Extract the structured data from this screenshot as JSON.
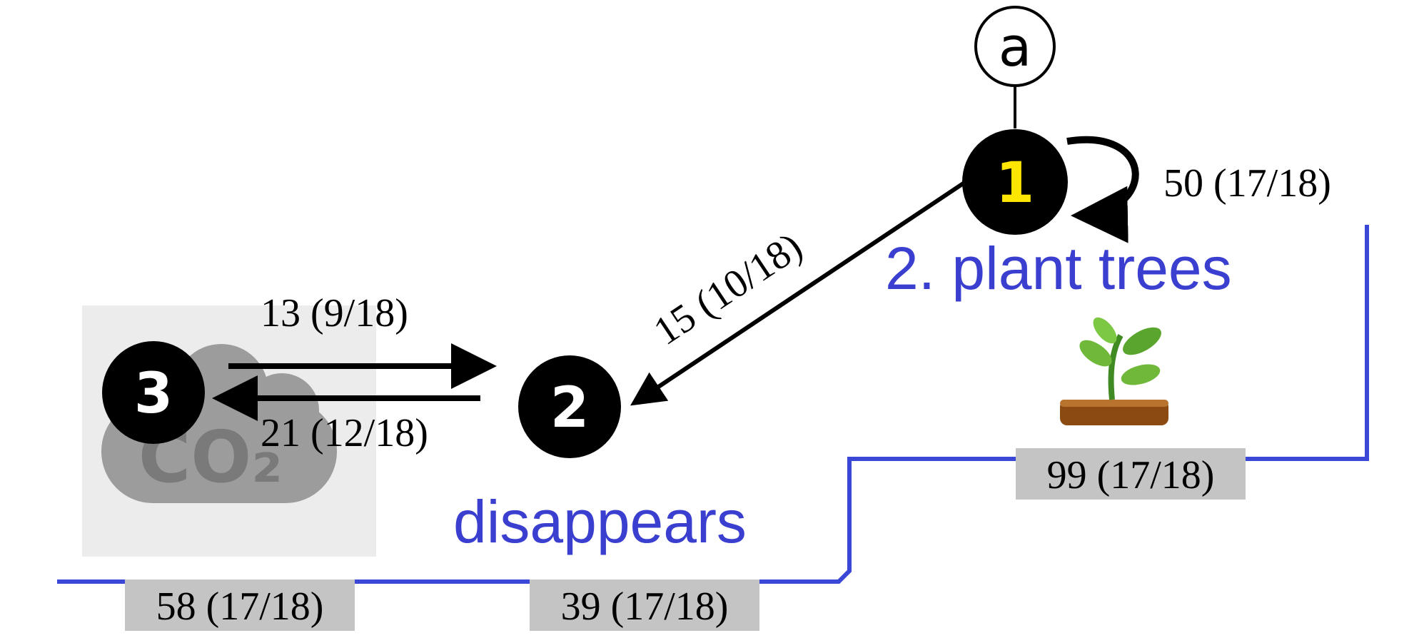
{
  "colors": {
    "node_fill": "#000000",
    "node_label": "#ffffff",
    "highlight_label": "#ffe600",
    "timeline": "#3b47d6",
    "label_blue": "#3b3fd0",
    "label_bg": "#c4c4c4",
    "co2_bg": "#ececec",
    "co2_cloud": "#9c9c9c",
    "co2_text": "#7a7a7a"
  },
  "marker": {
    "label": "a"
  },
  "nodes": [
    {
      "id": "1",
      "label": "1"
    },
    {
      "id": "2",
      "label": "2"
    },
    {
      "id": "3",
      "label": "3"
    }
  ],
  "edges": {
    "self_loop_1": "50 (17/18)",
    "edge_1_2": "15 (10/18)",
    "edge_3_2": "13 (9/18)",
    "edge_2_3": "21 (12/18)"
  },
  "state_labels": {
    "node1": "2. plant trees",
    "node2": "disappears"
  },
  "co2_icon": {
    "text": "CO₂"
  },
  "timeline_labels": {
    "seg_3": "58 (17/18)",
    "seg_2": "39 (17/18)",
    "seg_1": "99 (17/18)"
  }
}
